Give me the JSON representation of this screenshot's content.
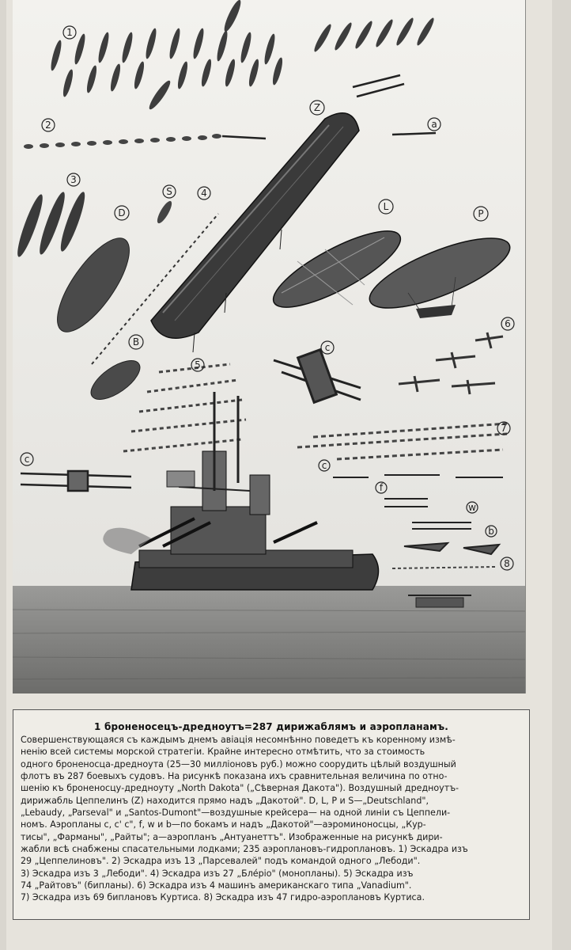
{
  "illustration": {
    "labels": {
      "squadron_1": "1",
      "squadron_2": "2",
      "squadron_3": "3",
      "squadron_4": "4",
      "squadron_5": "5",
      "squadron_6": "6",
      "squadron_7": "7",
      "squadron_8": "8",
      "zeppelin": "Z",
      "deutschland": "D",
      "lebaudy": "L",
      "parseval": "P",
      "santos_dumont": "S",
      "balloon_b": "B",
      "curtiss_c_top": "c",
      "curtiss_c_left": "c",
      "curtiss_c_right": "c",
      "farman_f": "f",
      "wright_w": "w",
      "hydro_b": "b",
      "antoinette_a": "a"
    }
  },
  "caption": {
    "title": "1 броненосецъ-дредноутъ=287 дирижаблямъ и аэропланамъ.",
    "lines": [
      "Совершенствующаяся съ каждымъ днемъ авіація несомнѣнно поведетъ къ коренному измѣ-",
      "ненію всей системы морской стратегіи. Крайне интересно отмѣтить, что за стоимость",
      "одного броненосца-дредноута (25—30 милліоновъ руб.) можно соорудить цѣлый воздушный",
      "флотъ въ 287 боевыхъ судовъ. На рисункѣ показана ихъ сравнительная величина по отно-",
      "шенію къ броненосцу-дредноуту „North Dakota\" („Сѣверная Дакота\"). Воздушный дредноутъ-",
      "дирижабль Цеппелинъ (Z) находится прямо надъ „Дакотой\". D, L, P и S—„Deutschland\",",
      "„Lebaudy, „Parseval\" и „Santos-Dumont\"—воздушные крейсера— на одной линіи съ Цеппели-",
      "номъ. Аэропланы c, c' c\", f, w и b—по бокамъ и надъ „Дакотой\"—аэроминоносцы, „Кур-",
      "тисы\", „Фарманы\", „Райты\"; a—аэропланъ „Антуанеттъ\". Изображенные на рисункѣ дири-",
      "жабли всѣ снабжены спасательными лодками; 235 аэроплановъ-гидроплановъ. 1) Эскадра изъ",
      "29 „Цеппелиновъ\". 2) Эскадра изъ 13 „Парсевалей\" подъ командой одного „Лебоди\".",
      "3) Эскадра изъ 3 „Лебоди\". 4) Эскадра изъ 27 „Бле́ріо\" (монопланы). 5) Эскадра изъ",
      "74 „Райтовъ\" (бипланы). 6) Эскадра изъ 4 машинъ американскаго типа „Vanadium\".",
      "7) Эскадра изъ 69 биплановъ Куртиса. 8) Эскадра изъ 47 гидро-аэроплановъ Куртиса."
    ]
  }
}
